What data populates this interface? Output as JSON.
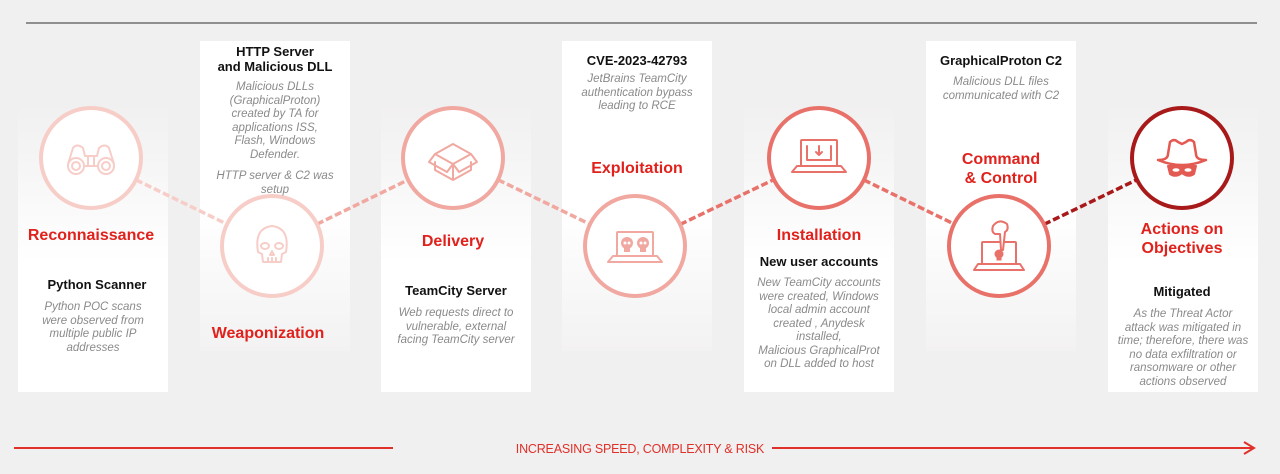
{
  "stages": [
    {
      "id": "reconnaissance",
      "name": "Reconnaissance",
      "icon": "binoculars-icon",
      "item_title": "Python Scanner",
      "item_desc": [
        "Python POC scans",
        "were observed from",
        "multiple public IP",
        "addresses"
      ]
    },
    {
      "id": "weaponization",
      "name": "Weaponization",
      "icon": "skull-icon",
      "item_title": [
        "HTTP Server",
        "and Malicious DLL"
      ],
      "item_desc": [
        "Malicious DLLs",
        "(GraphicalProton)",
        "created by TA for",
        "applications ISS,",
        "Flash, Windows",
        "Defender."
      ],
      "item_desc2": [
        "HTTP server & C2 was",
        "setup"
      ]
    },
    {
      "id": "delivery",
      "name": "Delivery",
      "icon": "package-box-icon",
      "item_title": "TeamCity Server",
      "item_desc": [
        "Web requests direct to",
        "vulnerable, external",
        "facing TeamCity server"
      ]
    },
    {
      "id": "exploitation",
      "name": "Exploitation",
      "icon": "laptop-skulls-icon",
      "item_title": "CVE-2023-42793",
      "item_desc": [
        "JetBrains TeamCity",
        "authentication bypass",
        "leading to RCE"
      ]
    },
    {
      "id": "installation",
      "name": "Installation",
      "icon": "laptop-download-icon",
      "item_title": "New user accounts",
      "item_desc": [
        "New TeamCity accounts",
        "were created, Windows",
        "local admin account",
        "created , Anydesk",
        "installed,",
        "Malicious GraphicalProt",
        "on DLL added to host"
      ]
    },
    {
      "id": "command-control",
      "name": [
        "Command",
        "& Control"
      ],
      "icon": "hand-laptop-skull-icon",
      "item_title": "GraphicalProton C2",
      "item_desc": [
        "Malicious DLL files",
        "communicated with C2"
      ]
    },
    {
      "id": "actions-on-objectives",
      "name": [
        "Actions on",
        "Objectives"
      ],
      "icon": "hacker-hat-mask-icon",
      "item_title": "Mitigated",
      "item_desc": [
        "As the Threat Actor",
        "attack was mitigated in",
        "time; therefore, there was",
        "no data exfiltration or",
        "ransomware or other",
        "actions observed"
      ]
    }
  ],
  "bottom_label": "INCREASING SPEED, COMPLEXITY & RISK",
  "colors": {
    "accent_red": "#e0211c",
    "stage_strokes": [
      "#f7cdc8",
      "#f7cdc8",
      "#f0a8a0",
      "#f0a8a0",
      "#e8726a",
      "#e8726a",
      "#a8191a"
    ],
    "background": "#f1f0f0"
  }
}
